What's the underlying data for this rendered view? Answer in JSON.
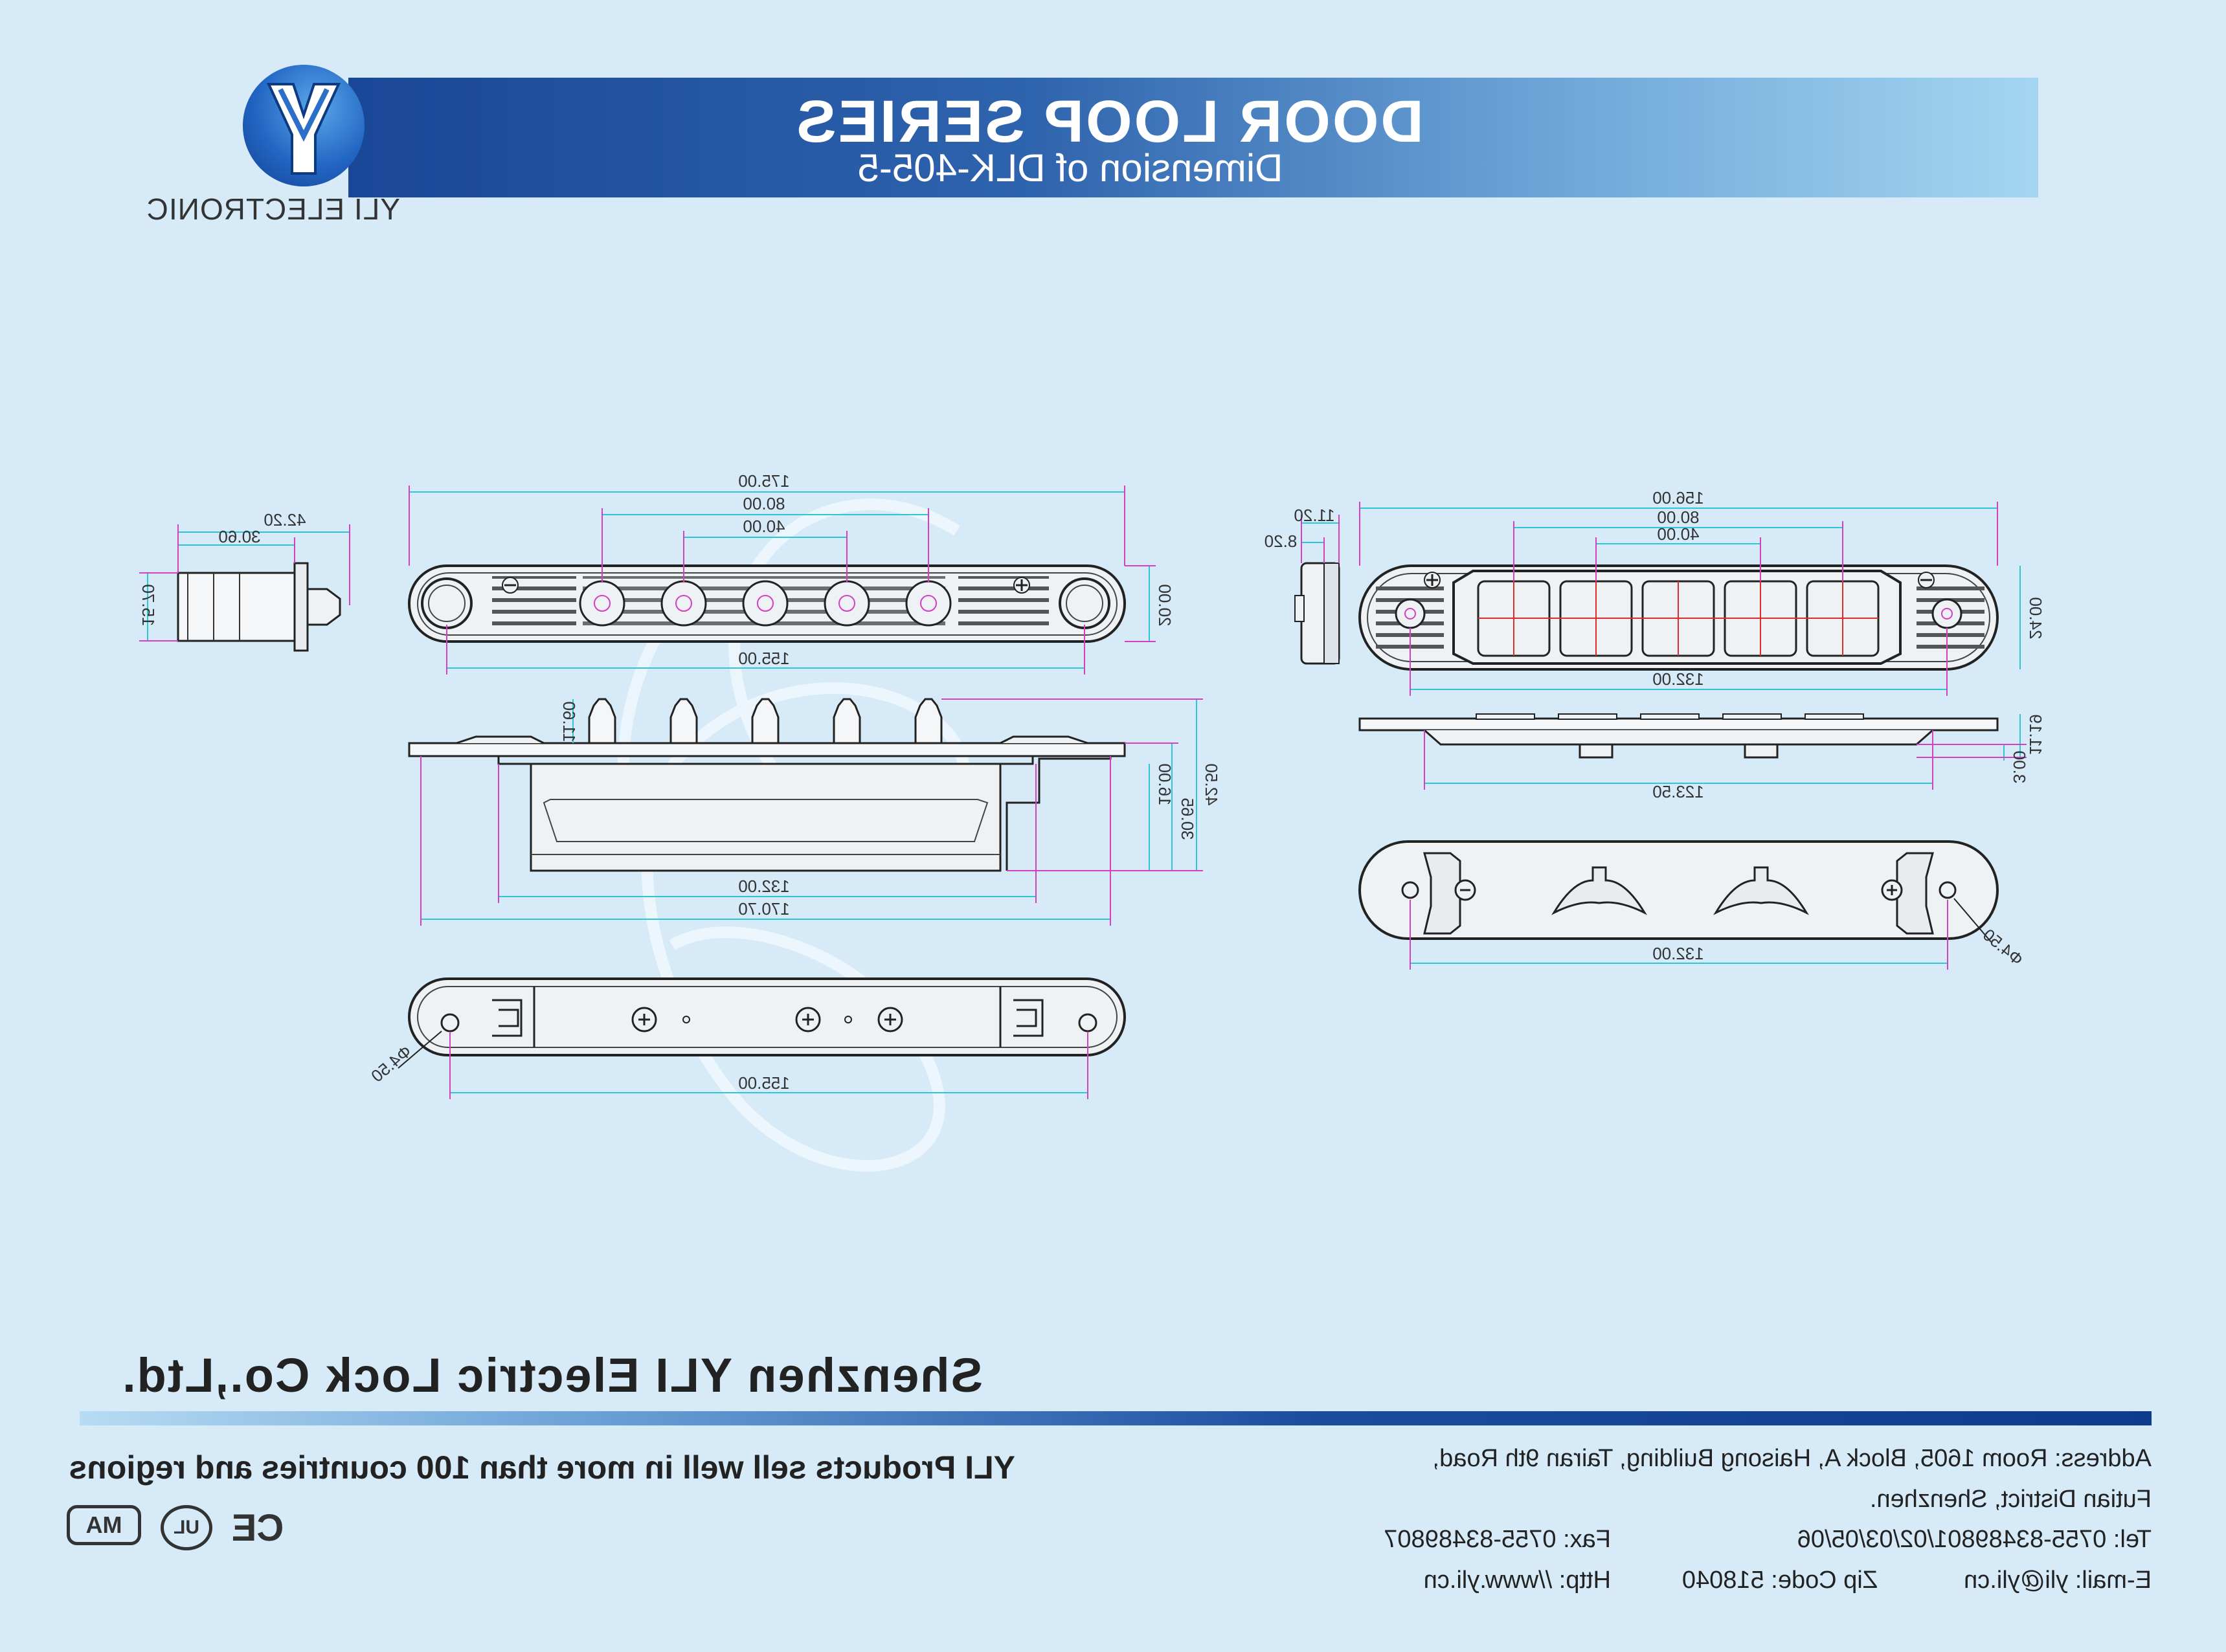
{
  "header": {
    "title": "DOOR LOOP SERIES",
    "subtitle": "Dimension of DLK-405-5"
  },
  "brand": {
    "logo_letter": "Y",
    "name": "YLI ELECTRONIC",
    "colors": {
      "primary": "#1a4797",
      "light": "#a4d6f1"
    }
  },
  "drawing": {
    "view_left_side": {
      "dims": [
        "42.20",
        "30.60",
        "15.70"
      ]
    },
    "view_top": {
      "dims": [
        "175.00",
        "80.00",
        "40.00",
        "20.00",
        "155.00"
      ]
    },
    "view_front": {
      "dims": [
        "11.60",
        "42.50",
        "16.00",
        "30.65",
        "132.00",
        "170.70"
      ]
    },
    "view_bottom": {
      "dims": [
        "155.00",
        "Φ4.50"
      ]
    },
    "view_right_side": {
      "dims": [
        "11.20",
        "8.20"
      ]
    },
    "view_frame_top": {
      "dims": [
        "156.00",
        "80.00",
        "40.00",
        "24.00",
        "132.00"
      ]
    },
    "view_frame_side": {
      "dims": [
        "11.19",
        "3.00",
        "123.50"
      ]
    },
    "view_frame_bottom": {
      "dims": [
        "132.00",
        "Φ4.50"
      ]
    }
  },
  "footer": {
    "company": "Shenzhen YLI Electric Lock Co.,Ltd.",
    "address_line1": "Address: Room 1605, Block A, Haisong Building, Tairan 9th Road,",
    "address_line2": "Futian District, Shenzhen.",
    "tel": "Tel: 0755-83489801/02/03/05/06",
    "fax": "Fax: 0755-83489807",
    "email": "E-mail: yli@yli.cn",
    "zip": "Zip Code: 518040",
    "http": "Http: //www.yli.cn",
    "slogan": "YLI Products sell well in more than 100 countries and regions",
    "certs": {
      "ce": "CE",
      "ul": "UL",
      "cma": "MA"
    }
  }
}
